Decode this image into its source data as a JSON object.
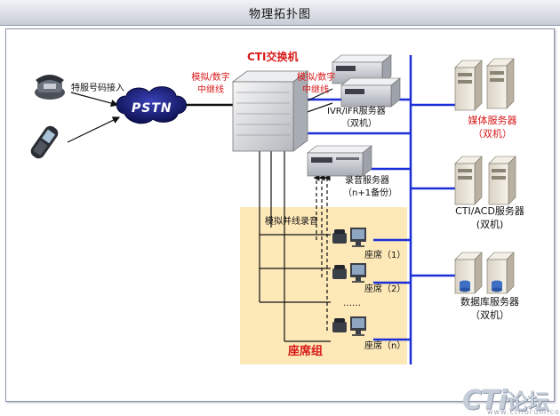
{
  "title": "物理拓扑图",
  "labels": {
    "special_number": "特服号码接入",
    "pstn": "PSTN",
    "analog_digital_trunk_1": "模拟/数字",
    "analog_digital_trunk_2": "中继线",
    "cti_switch": "CTI交换机",
    "analog_digital_trunk_b1": "模拟/数字",
    "analog_digital_trunk_b2": "中继线",
    "ivr_server": "IVR/IFR服务器",
    "ivr_dual": "（双机）",
    "recording_server": "录音服务器",
    "recording_backup": "（n+1备份）",
    "parallel_recording": "模拟并线录音",
    "seat_1": "座席（1）",
    "seat_2": "座席（2）",
    "seat_dots": "……",
    "seat_n": "座席（n）",
    "seat_group": "座席组",
    "media_server": "媒体服务器",
    "media_dual": "（双机）",
    "cti_acd_server": "CTI/ACD服务器",
    "cti_acd_dual": "(双机)",
    "db_server": "数据库服务器",
    "db_dual": "（双机）",
    "logo_text": "CTi",
    "logo_cn": "论坛",
    "logo_url": "www.ctiforum.com"
  },
  "colors": {
    "bus": "#1b2fd8",
    "seat_zone": "#fde8b8",
    "title_red": "#d81818",
    "pstn_cloud": "#16196e"
  },
  "icons": [
    "telephone-icon",
    "mobile-phone-icon",
    "pstn-cloud-icon",
    "switch-cabinet-icon",
    "rack-server-icon",
    "tower-server-icon",
    "database-server-icon",
    "ip-phone-icon"
  ]
}
